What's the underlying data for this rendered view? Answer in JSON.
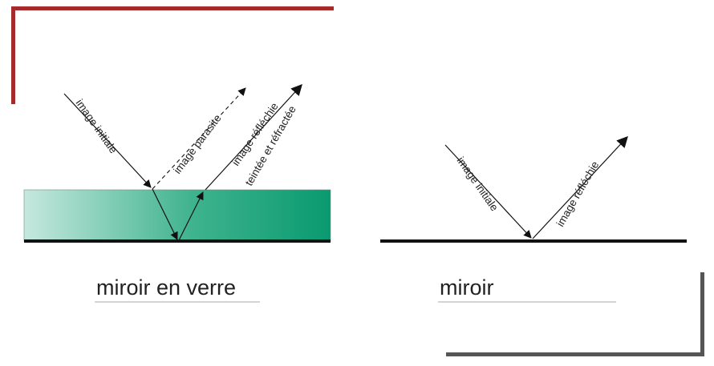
{
  "glass_mirror": {
    "title": "miroir en verre",
    "incident_label": "image initiale",
    "parasite_label": "image parasite",
    "reflected_label_line1": "image réfléchie",
    "reflected_label_line2": "teintée et réfractée"
  },
  "plain_mirror": {
    "title": "miroir",
    "incident_label": "image initiale",
    "reflected_label": "image réfléchie"
  },
  "colors": {
    "frame_top_left": "#a62a2a",
    "frame_bottom_right": "#555555",
    "glass_light": "#c6e8de",
    "glass_dark": "#0a9a70",
    "mirror_line": "#111111",
    "ray": "#111111",
    "underline": "#aaaaaa"
  }
}
